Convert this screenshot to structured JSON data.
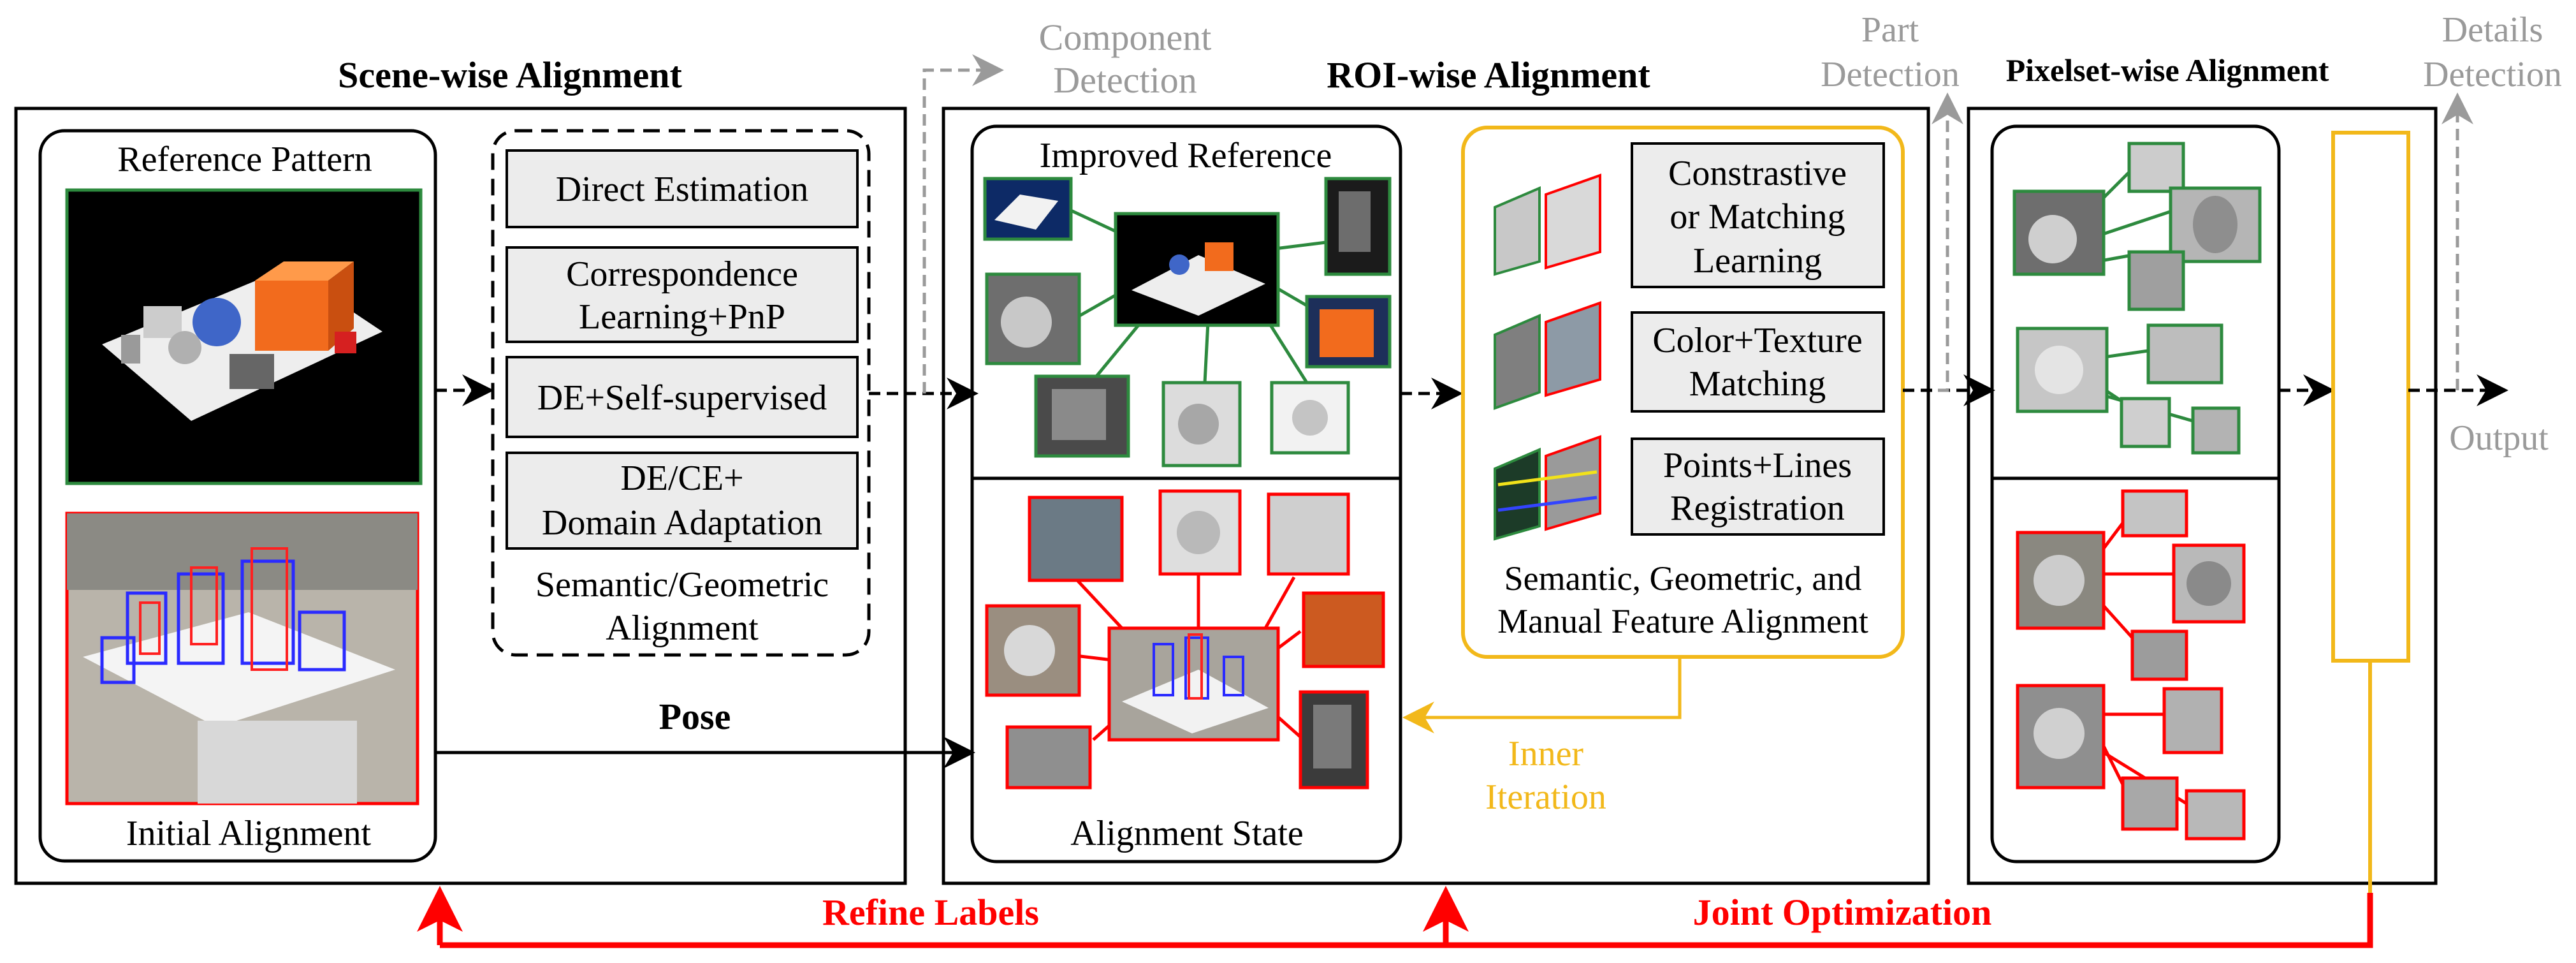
{
  "sections": {
    "scene": {
      "title": "Scene-wise Alignment"
    },
    "roi": {
      "title": "ROI-wise Alignment"
    },
    "pixel": {
      "title": "Pixelset-wise Alignment"
    }
  },
  "scene": {
    "reference_pattern": "Reference Pattern",
    "initial_alignment": "Initial Alignment",
    "methods": [
      "Direct Estimation",
      [
        "Correspondence",
        "Learning+PnP"
      ],
      "DE+Self-supervised",
      [
        "DE/CE+",
        "Domain Adaptation"
      ]
    ],
    "methods_caption": [
      "Semantic/Geometric",
      "Alignment"
    ],
    "pose": "Pose"
  },
  "roi": {
    "improved_reference": "Improved Reference",
    "alignment_state": "Alignment State",
    "features": [
      [
        "Constrastive",
        "or Matching",
        "Learning"
      ],
      [
        "Color+Texture",
        "Matching"
      ],
      [
        "Points+Lines",
        "Registration"
      ]
    ],
    "features_caption": [
      "Semantic, Geometric, and",
      "Manual Feature Alignment"
    ],
    "inner_iteration": [
      "Inner",
      "Iteration"
    ]
  },
  "outputs": {
    "component_detection": [
      "Component",
      "Detection"
    ],
    "part_detection": [
      "Part",
      "Detection"
    ],
    "details_detection": [
      "Details",
      "Detection"
    ],
    "output": "Output"
  },
  "feedback": {
    "refine_labels": "Refine Labels",
    "joint_optimization": "Joint Optimization"
  },
  "colors": {
    "black": "#000000",
    "gray": "#9a9a9a",
    "yellow": "#f2b81a",
    "red": "#ff0000",
    "green": "#2d8a3e",
    "box_fill": "#ececec"
  }
}
